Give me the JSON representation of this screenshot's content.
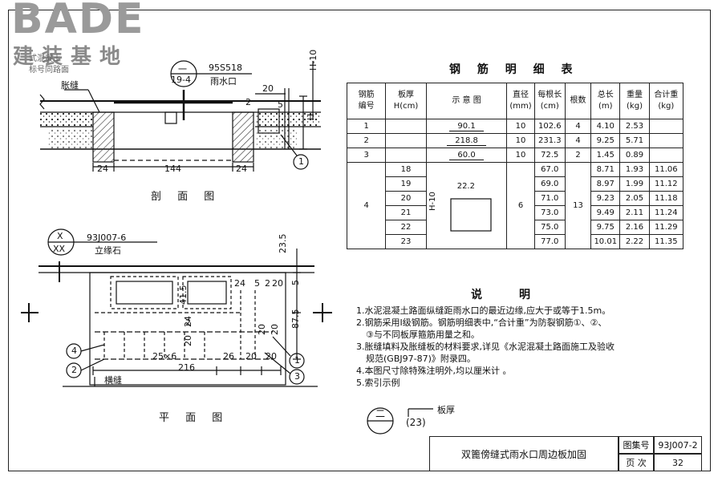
{
  "logo": {
    "brand": "BADE",
    "subtitle": "建装基地",
    "overlay_lines": [
      "式混凝土",
      "标号同路面"
    ]
  },
  "section_view": {
    "caption": "剖 面 图",
    "ref_circle_top": "一",
    "ref_circle_bottom": "19-4",
    "ref_std": "95S518",
    "ref_desc": "雨水口",
    "label_joint": "胀缝",
    "dims": {
      "left_wall": "24",
      "inner": "144",
      "right_wall": "24",
      "top_20": "20",
      "dim_2": "2",
      "dim_5": "5",
      "h10": "H-10",
      "h": "H"
    },
    "rebar_marker": "1"
  },
  "plan_view": {
    "caption": "平 面 图",
    "ref_circle_top": "X",
    "ref_circle_bottom": "XX",
    "ref_std": "93J007-6",
    "ref_desc": "立缘石",
    "dims": {
      "d235": "23.5",
      "d415": "41.5",
      "d24a": "24",
      "d5a": "5",
      "d2a": "2",
      "d20a": "20",
      "d5b": "5",
      "d875": "87.5",
      "d20b": "20",
      "d20c": "20",
      "d24b": "24",
      "d20d": "20",
      "d2b": "2",
      "d25x6": "25×6",
      "d26": "26",
      "d20e": "20",
      "d20f": "20",
      "d216": "216"
    },
    "label_cross_joint": "横缝",
    "markers": [
      "4",
      "2",
      "1",
      "3"
    ]
  },
  "rebar_table": {
    "title": "钢 筋 明 细 表",
    "headers": {
      "no": "钢筋\n编号",
      "thickness": "板厚\nH(cm)",
      "sketch": "示 意 图",
      "diameter": "直径\n(mm)",
      "length_each": "每根长\n(cm)",
      "count": "根数",
      "total_length": "总长\n(m)",
      "weight": "重量\n(kg)",
      "total_weight": "合计重\n(kg)"
    },
    "rows_simple": [
      {
        "no": "1",
        "sketch": "90.1",
        "dia": "10",
        "len": "102.6",
        "cnt": "4",
        "tot": "4.10",
        "wt": "2.53"
      },
      {
        "no": "2",
        "sketch": "218.8",
        "dia": "10",
        "len": "231.3",
        "cnt": "4",
        "tot": "9.25",
        "wt": "5.71"
      },
      {
        "no": "3",
        "sketch": "60.0",
        "dia": "10",
        "len": "72.5",
        "cnt": "2",
        "tot": "1.45",
        "wt": "0.89"
      }
    ],
    "row4": {
      "no": "4",
      "dia": "6",
      "cnt": "13",
      "sketch_w": "22.2",
      "sketch_h": "H-10",
      "sub": [
        {
          "h": "18",
          "len": "67.0",
          "tot": "8.71",
          "wt": "1.93",
          "sum": "11.06"
        },
        {
          "h": "19",
          "len": "69.0",
          "tot": "8.97",
          "wt": "1.99",
          "sum": "11.12"
        },
        {
          "h": "20",
          "len": "71.0",
          "tot": "9.23",
          "wt": "2.05",
          "sum": "11.18"
        },
        {
          "h": "21",
          "len": "73.0",
          "tot": "9.49",
          "wt": "2.11",
          "sum": "11.24"
        },
        {
          "h": "22",
          "len": "75.0",
          "tot": "9.75",
          "wt": "2.16",
          "sum": "11.29"
        },
        {
          "h": "23",
          "len": "77.0",
          "tot": "10.01",
          "wt": "2.22",
          "sum": "11.35"
        }
      ]
    }
  },
  "notes": {
    "title": "说明",
    "items": [
      "1.水泥混凝土路面纵缝距雨水口的最近边缘,应大于或等于1.5m。",
      "2.钢筋采用Ⅰ级钢筋。钢筋明细表中,“合计重”为防裂钢筋①、②、",
      "③与不同板厚箍筋用量之和。",
      "3.胀缝填料及胀缝板的材料要求,详见《水泥混凝土路面施工及验收",
      "规范(GBJ97-87)》附录四。",
      "4.本图尺寸除特殊注明外,均以厘米计 。",
      "5.索引示例"
    ],
    "example_circle": "二",
    "example_num": "(23)",
    "example_label": "板厚"
  },
  "title_block": {
    "drawing_title": "双篦傍缝式雨水口周边板加固",
    "atlas_label": "图集号",
    "atlas_no": "93J007-2",
    "page_label": "页  次",
    "page_no": "32"
  },
  "colors": {
    "ink": "#111111",
    "hatch": "#333333",
    "logo": "#999999"
  }
}
